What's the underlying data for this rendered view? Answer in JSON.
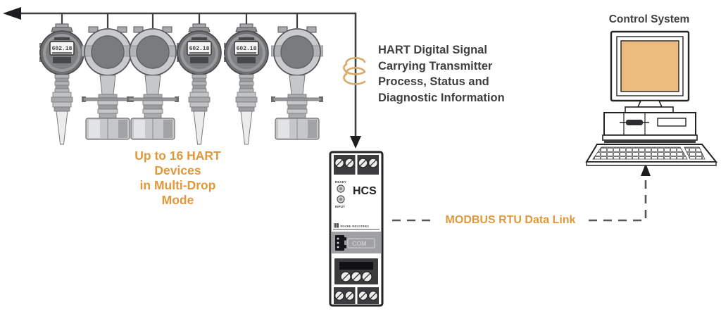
{
  "colors": {
    "accent_orange": "#E2983A",
    "coil_tan": "#D8AB6B",
    "line_dark": "#3E3F41",
    "dash_gray": "#55565A",
    "screen_tan": "#EBBC7E"
  },
  "network": {
    "multidrop_label_lines": [
      "Up to 16 HART",
      "Devices",
      "in Multi-Drop",
      "Mode"
    ],
    "hart_signal_lines": [
      "HART Digital Signal",
      "Carrying Transmitter",
      "Process, Status and",
      "Diagnostic Information"
    ],
    "modbus_label": "MODBUS RTU Data Link"
  },
  "devices": [
    {
      "type": "temperature-transmitter",
      "display": "602.18"
    },
    {
      "type": "flow-transmitter"
    },
    {
      "type": "flow-transmitter"
    },
    {
      "type": "temperature-transmitter",
      "display": "602.18"
    },
    {
      "type": "temperature-transmitter",
      "display": "602.18"
    },
    {
      "type": "flow-transmitter"
    }
  ],
  "hcs_module": {
    "model": "HCS",
    "led_ready_label": "READY",
    "led_input_label": "INPUT",
    "brand": "MOORE INDUSTRIES",
    "com_port_label": "COM"
  },
  "control_system": {
    "label": "Control System"
  }
}
